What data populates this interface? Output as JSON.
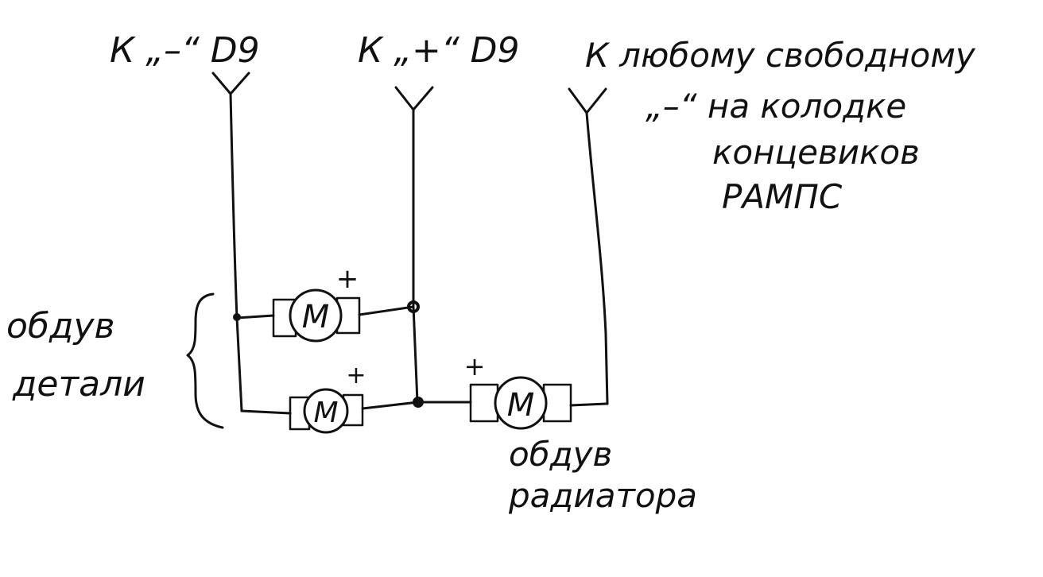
{
  "labels": {
    "terminal_minus": "К „–“ D9",
    "terminal_plus": "К „+“ D9",
    "terminal_any_line1": "К  любому свободному",
    "terminal_any_line2": "„–“ на колодке",
    "terminal_any_line3": "концевиков",
    "terminal_any_line4": "РАМПС",
    "group_line1": "обдув",
    "group_line2": "детали",
    "radiator_line1": "обдув",
    "radiator_line2": "радиатора",
    "motor_symbol": "М",
    "plus_sign": "+"
  },
  "colors": {
    "ink": "#111111",
    "paper": "#ffffff"
  }
}
